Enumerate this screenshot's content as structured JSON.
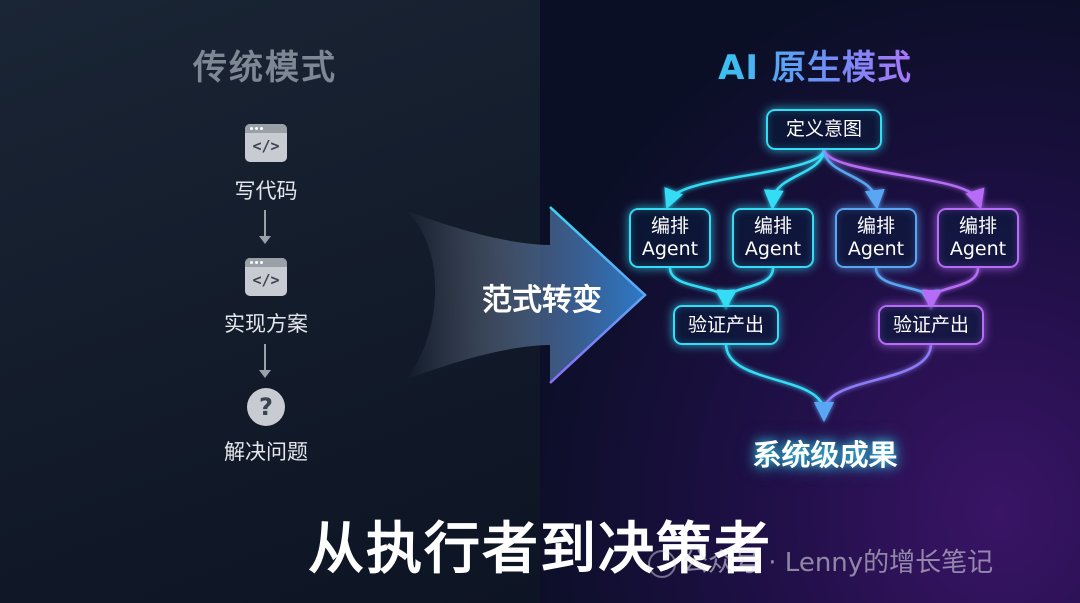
{
  "left": {
    "title": "传统模式",
    "steps": [
      {
        "label": "写代码",
        "icon": "code-window-icon"
      },
      {
        "label": "实现方案",
        "icon": "code-window-icon"
      },
      {
        "label": "解决问题",
        "icon": "question-icon"
      }
    ],
    "icon_code_glyph": "</>",
    "question_glyph": "?"
  },
  "center": {
    "label": "范式转变"
  },
  "right": {
    "title": "AI 原生模式",
    "intent": "定义意图",
    "agents": [
      {
        "line1": "编排",
        "line2": "Agent"
      },
      {
        "line1": "编排",
        "line2": "Agent"
      },
      {
        "line1": "编排",
        "line2": "Agent"
      },
      {
        "line1": "编排",
        "line2": "Agent"
      }
    ],
    "verify": [
      "验证产出",
      "验证产出"
    ],
    "result": "系统级成果"
  },
  "bottom_title": "从执行者到决策者",
  "watermark": "公众号 · Lenny的增长笔记",
  "colors": {
    "cyan": "#35dcf5",
    "blue": "#5aa6f5",
    "purple": "#b76cf7",
    "left_gray": "#7f8794"
  }
}
